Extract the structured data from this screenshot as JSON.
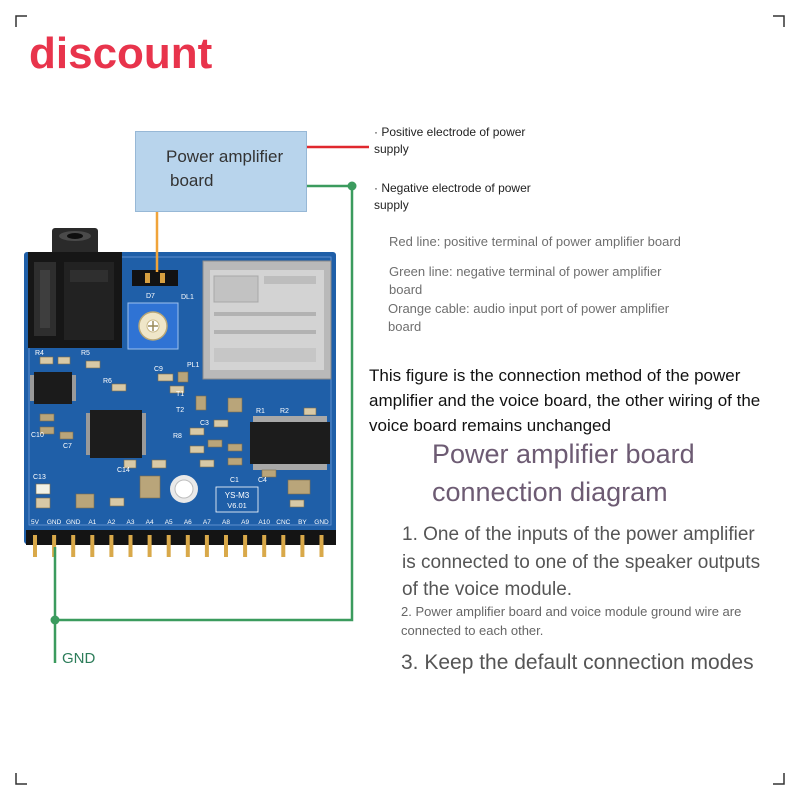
{
  "watermark": "discount",
  "amp_board": {
    "lines": [
      "Power amplifier",
      "board"
    ]
  },
  "wire_labels": {
    "positive": [
      "· Positive electrode of power",
      "supply"
    ],
    "negative": [
      "· Negative electrode of power",
      "supply"
    ]
  },
  "legend": {
    "red": [
      "Red line: positive terminal of power amplifier board"
    ],
    "green": [
      "Green line: negative terminal of power amplifier",
      "board"
    ],
    "orange": [
      "Orange cable: audio input port of power amplifier",
      "board"
    ]
  },
  "caption": [
    "This figure is the connection method of the power",
    "amplifier and the voice board, the other wiring of the",
    "voice board remains unchanged"
  ],
  "title": [
    "Power amplifier board",
    "connection diagram"
  ],
  "steps": {
    "step1": [
      "1. One of the inputs of the power amplifier",
      "is connected to one of the speaker outputs",
      "of the voice module."
    ],
    "step2": [
      "2. Power amplifier board and voice module ground wire are",
      "connected to each other."
    ],
    "step3": [
      "3. Keep the default connection modes"
    ]
  },
  "gnd_label": "GND",
  "pcb": {
    "board_name": "YS-M3",
    "board_version": "V6.01",
    "silkscreen": {
      "d7": "D7",
      "dl1": "DL1",
      "r4": "R4",
      "r5": "R5",
      "r6": "R6",
      "c9": "C9",
      "pl1": "PL1",
      "t1": "T1",
      "t2": "T2",
      "r8": "R8",
      "c3": "C3",
      "r1": "R1",
      "r2": "R2",
      "c10": "C10",
      "c7": "C7",
      "c14": "C14",
      "c13": "C13",
      "c1": "C1",
      "c4": "C4"
    },
    "pin_labels": [
      "5V",
      "GND",
      "GND",
      "A1",
      "A2",
      "A3",
      "A4",
      "A5",
      "A6",
      "A7",
      "A8",
      "A9",
      "A10",
      "CNC",
      "BY",
      "GND"
    ]
  },
  "colors": {
    "watermark": "#e8344c",
    "positive_wire": "#e0282e",
    "negative_wire": "#3b9b5e",
    "audio_wire": "#f0a43a",
    "title": "#6d5b73",
    "gnd_label": "#2d7d5a",
    "pcb": "#1f5fa8"
  }
}
